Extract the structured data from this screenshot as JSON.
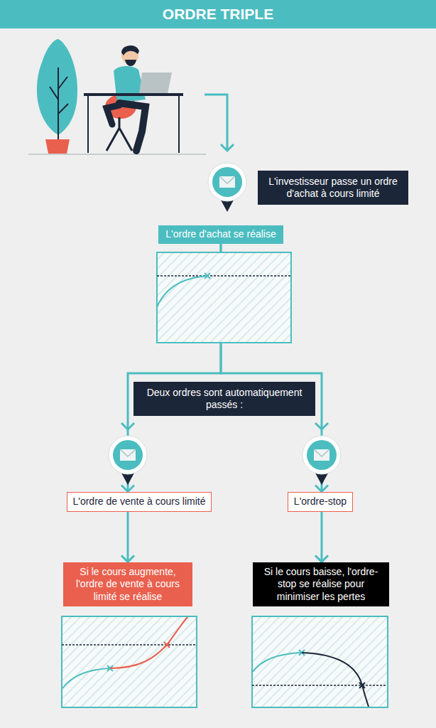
{
  "diagram": {
    "title": "ORDRE TRIPLE",
    "nodes": [
      {
        "text": [
          "L'investisseur passe un ordre d'achat à cours limité"
        ]
      },
      {
        "text": [
          "L'ordre d'achat se réalise"
        ]
      },
      {
        "text": [
          "Deux ordres sont automatiquement passés :"
        ]
      },
      {
        "text": [
          "L'ordre de vente à cours limité"
        ]
      },
      {
        "text": [
          "L'ordre-stop"
        ]
      },
      {
        "text": [
          "Si le cours augmente, l'ordre de vente à cours limité se réalise"
        ]
      },
      {
        "text": [
          "Si le cours baisse, l'ordre-stop se réalise pour minimiser les pertes"
        ]
      }
    ],
    "edges": [
      {
        "from": 1,
        "to": 3,
        "arrow": "to"
      },
      {
        "from": 1,
        "to": 4,
        "arrow": "to"
      },
      {
        "from": 3,
        "to": 5,
        "arrow": "to"
      },
      {
        "from": 4,
        "to": 6,
        "arrow": "to"
      }
    ]
  }
}
